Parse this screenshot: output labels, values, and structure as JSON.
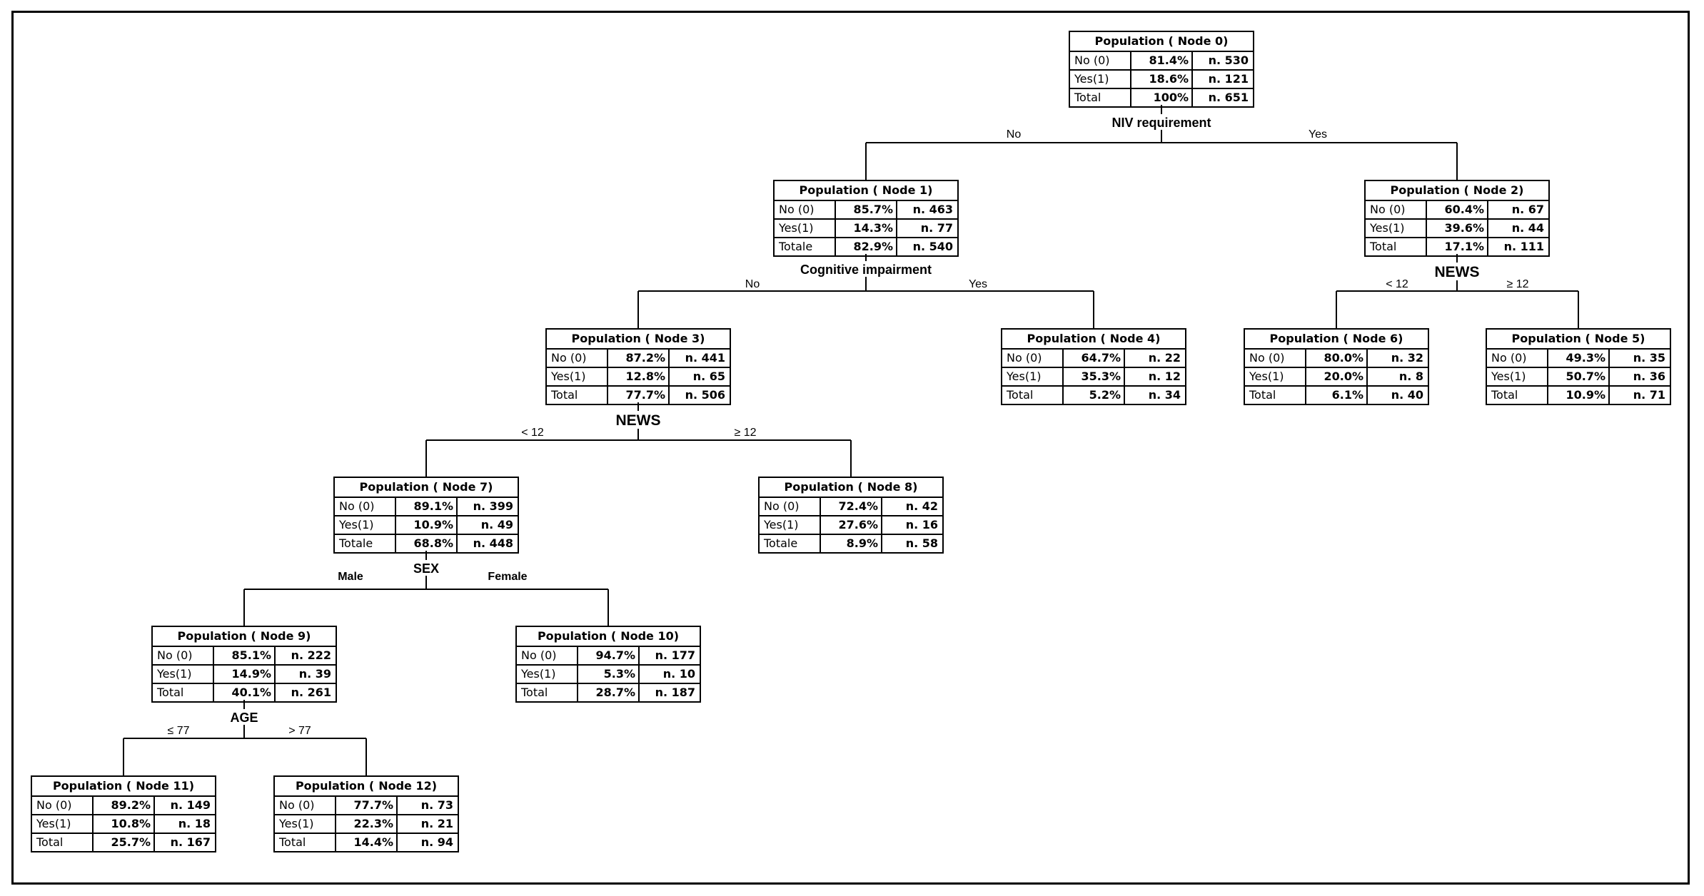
{
  "tree": {
    "nodes": [
      {
        "id": "n0",
        "title_prefix": "Population (",
        "node_label": "Node 0)",
        "rows": [
          {
            "label": "No (0)",
            "pct": "81.4%",
            "n": "n. 530"
          },
          {
            "label": "Yes(1)",
            "pct": "18.6%",
            "n": "n. 121"
          },
          {
            "label": "Total",
            "pct": "100%",
            "n": "n. 651"
          }
        ]
      },
      {
        "id": "n1",
        "title_prefix": "Population (",
        "node_label": "Node 1)",
        "rows": [
          {
            "label": "No (0)",
            "pct": "85.7%",
            "n": "n. 463"
          },
          {
            "label": "Yes(1)",
            "pct": "14.3%",
            "n": "n. 77"
          },
          {
            "label": "Totale",
            "pct": "82.9%",
            "n": "n. 540"
          }
        ]
      },
      {
        "id": "n2",
        "title_prefix": "Population (",
        "node_label": "Node 2)",
        "rows": [
          {
            "label": "No (0)",
            "pct": "60.4%",
            "n": "n. 67"
          },
          {
            "label": "Yes(1)",
            "pct": "39.6%",
            "n": "n. 44"
          },
          {
            "label": "Total",
            "pct": "17.1%",
            "n": "n. 111"
          }
        ]
      },
      {
        "id": "n3",
        "title_prefix": "Population (",
        "node_label": "Node 3)",
        "rows": [
          {
            "label": "No (0)",
            "pct": "87.2%",
            "n": "n. 441"
          },
          {
            "label": "Yes(1)",
            "pct": "12.8%",
            "n": "n. 65"
          },
          {
            "label": "Total",
            "pct": "77.7%",
            "n": "n. 506"
          }
        ]
      },
      {
        "id": "n4",
        "title_prefix": "Population (",
        "node_label": "Node 4)",
        "rows": [
          {
            "label": "No (0)",
            "pct": "64.7%",
            "n": "n. 22"
          },
          {
            "label": "Yes(1)",
            "pct": "35.3%",
            "n": "n. 12"
          },
          {
            "label": "Total",
            "pct": "5.2%",
            "n": "n. 34"
          }
        ]
      },
      {
        "id": "n6",
        "title_prefix": "Population (",
        "node_label": "Node 6)",
        "rows": [
          {
            "label": "No (0)",
            "pct": "80.0%",
            "n": "n. 32"
          },
          {
            "label": "Yes(1)",
            "pct": "20.0%",
            "n": "n. 8"
          },
          {
            "label": "Total",
            "pct": "6.1%",
            "n": "n. 40"
          }
        ]
      },
      {
        "id": "n5",
        "title_prefix": "Population (",
        "node_label": "Node 5)",
        "rows": [
          {
            "label": "No (0)",
            "pct": "49.3%",
            "n": "n. 35"
          },
          {
            "label": "Yes(1)",
            "pct": "50.7%",
            "n": "n. 36"
          },
          {
            "label": "Total",
            "pct": "10.9%",
            "n": "n. 71"
          }
        ]
      },
      {
        "id": "n7",
        "title_prefix": "Population (",
        "node_label": "Node 7)",
        "rows": [
          {
            "label": "No (0)",
            "pct": "89.1%",
            "n": "n. 399"
          },
          {
            "label": "Yes(1)",
            "pct": "10.9%",
            "n": "n. 49"
          },
          {
            "label": "Totale",
            "pct": "68.8%",
            "n": "n. 448"
          }
        ]
      },
      {
        "id": "n8",
        "title_prefix": "Population (",
        "node_label": "Node 8)",
        "rows": [
          {
            "label": "No (0)",
            "pct": "72.4%",
            "n": "n. 42"
          },
          {
            "label": "Yes(1)",
            "pct": "27.6%",
            "n": "n. 16"
          },
          {
            "label": "Totale",
            "pct": "8.9%",
            "n": "n. 58"
          }
        ]
      },
      {
        "id": "n9",
        "title_prefix": "Population (",
        "node_label": "Node 9)",
        "rows": [
          {
            "label": "No (0)",
            "pct": "85.1%",
            "n": "n. 222"
          },
          {
            "label": "Yes(1)",
            "pct": "14.9%",
            "n": "n. 39"
          },
          {
            "label": "Total",
            "pct": "40.1%",
            "n": "n. 261"
          }
        ]
      },
      {
        "id": "n10",
        "title_prefix": "Population (",
        "node_label": "Node 10)",
        "rows": [
          {
            "label": "No (0)",
            "pct": "94.7%",
            "n": "n. 177"
          },
          {
            "label": "Yes(1)",
            "pct": "5.3%",
            "n": "n. 10"
          },
          {
            "label": "Total",
            "pct": "28.7%",
            "n": "n. 187"
          }
        ]
      },
      {
        "id": "n11",
        "title_prefix": "Population (",
        "node_label": "Node 11)",
        "rows": [
          {
            "label": "No (0)",
            "pct": "89.2%",
            "n": "n. 149"
          },
          {
            "label": "Yes(1)",
            "pct": "10.8%",
            "n": "n. 18"
          },
          {
            "label": "Total",
            "pct": "25.7%",
            "n": "n. 167"
          }
        ]
      },
      {
        "id": "n12",
        "title_prefix": "Population (",
        "node_label": "Node 12)",
        "rows": [
          {
            "label": "No (0)",
            "pct": "77.7%",
            "n": "n. 73"
          },
          {
            "label": "Yes(1)",
            "pct": "22.3%",
            "n": "n. 21"
          },
          {
            "label": "Total",
            "pct": "14.4%",
            "n": "n. 94"
          }
        ]
      }
    ],
    "splits": [
      {
        "id": "s0",
        "variable": "NIV requirement",
        "left_branch": "No",
        "right_branch": "Yes"
      },
      {
        "id": "s1",
        "variable": "Cognitive impairment",
        "left_branch": "No",
        "right_branch": "Yes"
      },
      {
        "id": "s2",
        "variable": "NEWS",
        "left_branch": "< 12",
        "right_branch": "≥ 12"
      },
      {
        "id": "s3",
        "variable": "NEWS",
        "left_branch": "< 12",
        "right_branch": "≥ 12"
      },
      {
        "id": "s7",
        "variable": "SEX",
        "left_branch": "Male",
        "right_branch": "Female"
      },
      {
        "id": "s9",
        "variable": "AGE",
        "left_branch": "≤ 77",
        "right_branch": "> 77"
      }
    ]
  }
}
